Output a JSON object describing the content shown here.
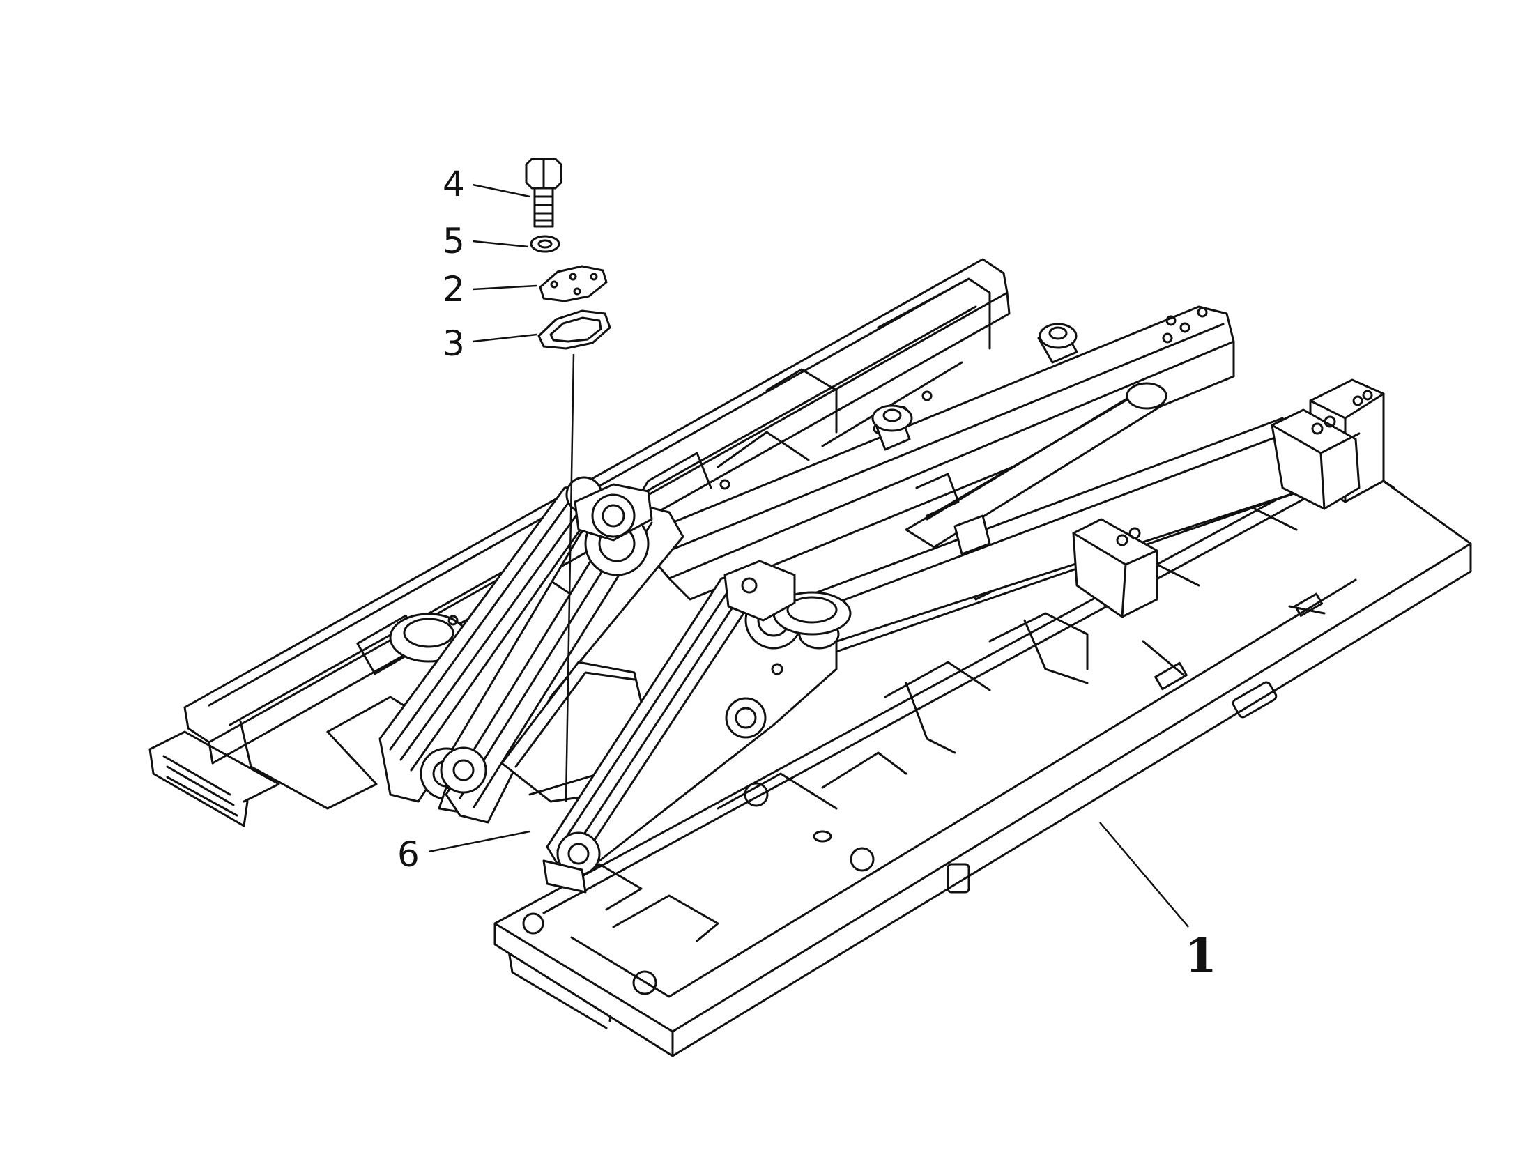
{
  "callouts": [
    {
      "id": "4",
      "label": "4"
    },
    {
      "id": "5",
      "label": "5"
    },
    {
      "id": "2",
      "label": "2"
    },
    {
      "id": "3",
      "label": "3"
    },
    {
      "id": "6",
      "label": "6"
    },
    {
      "id": "1",
      "label": "1"
    }
  ],
  "parts": [
    "bolt",
    "washer",
    "cover-plate",
    "gasket",
    "track-frame"
  ],
  "colors": {
    "line": "#111111",
    "background": "#ffffff"
  }
}
